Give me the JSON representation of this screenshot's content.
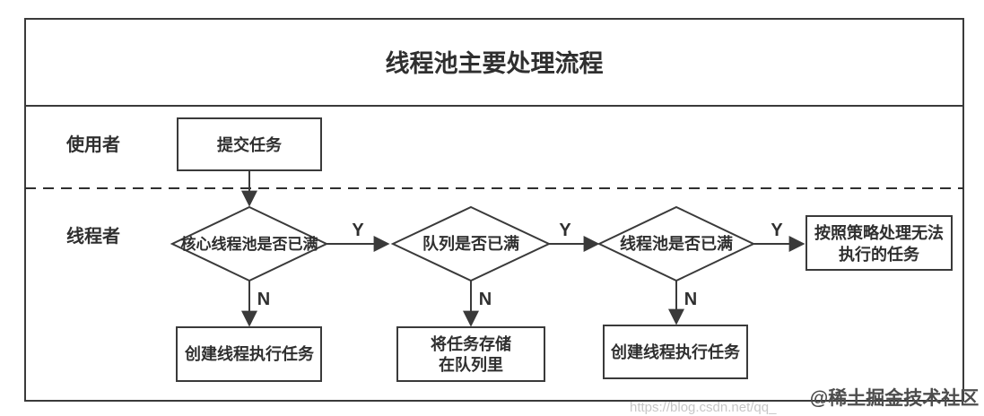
{
  "title": "线程池主要处理流程",
  "lanes": [
    {
      "label": "使用者"
    },
    {
      "label": "线程者"
    }
  ],
  "nodes": {
    "submit_task": {
      "type": "process",
      "label": "提交任务"
    },
    "core_pool_full": {
      "type": "decision",
      "label": "核心线程池是否已满"
    },
    "queue_full": {
      "type": "decision",
      "label": "队列是否已满"
    },
    "pool_full": {
      "type": "decision",
      "label": "线程池是否已满"
    },
    "reject_policy": {
      "type": "process",
      "lines": [
        "按照策略处理无法",
        "执行的任务"
      ]
    },
    "create_thread_1": {
      "type": "process",
      "label": "创建线程执行任务"
    },
    "store_queue": {
      "type": "process",
      "lines": [
        "将任务存储",
        "在队列里"
      ]
    },
    "create_thread_2": {
      "type": "process",
      "label": "创建线程执行任务"
    }
  },
  "edges": {
    "yes_label": "Y",
    "no_label": "N"
  },
  "watermark": {
    "text": "@稀土掘金技术社区",
    "faint_text": "https://blog.csdn.net/qq_"
  },
  "colors": {
    "line": "#3a3a3a",
    "text": "#2f2f2f",
    "background": "#ffffff",
    "watermark": "#4d4d4d",
    "watermark_faint": "#c7c7c7"
  }
}
